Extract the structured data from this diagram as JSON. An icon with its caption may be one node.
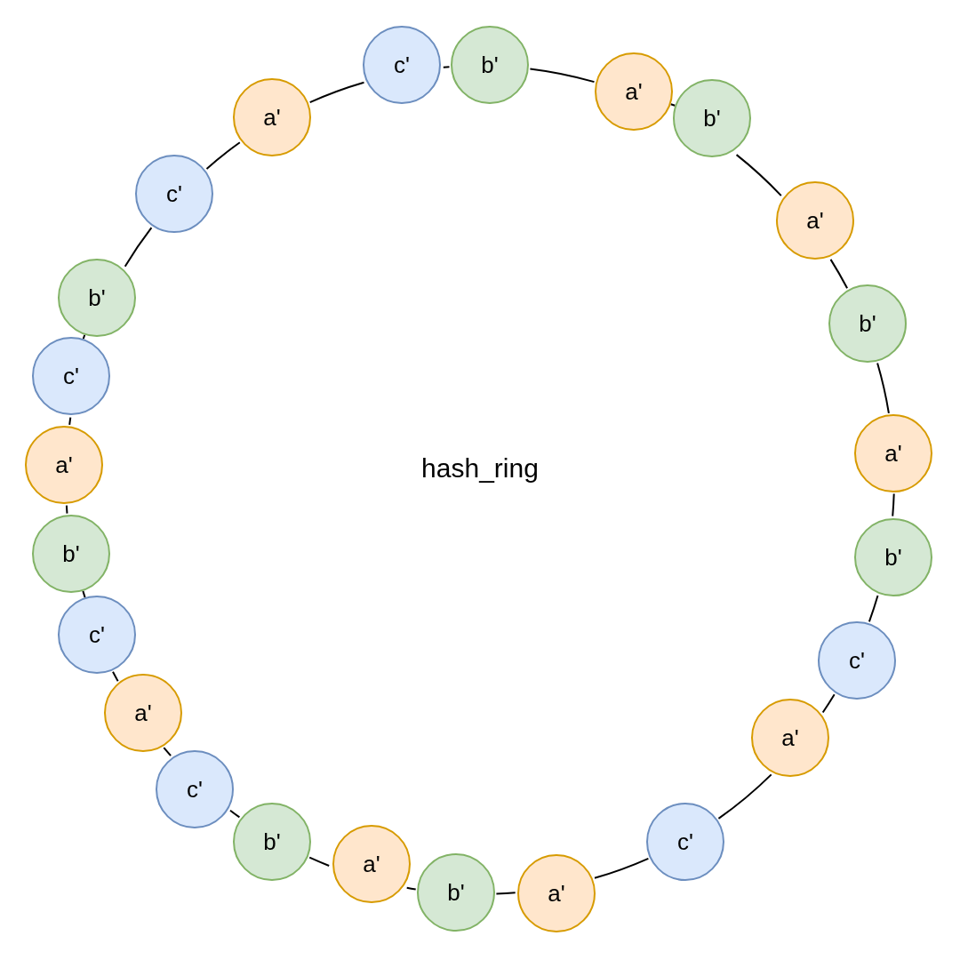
{
  "diagram": {
    "nodes": [
      {
        "text": [
          "c'"
        ]
      },
      {
        "text": [
          "b'"
        ]
      },
      {
        "text": [
          "a'"
        ]
      },
      {
        "text": [
          "b'"
        ]
      },
      {
        "text": [
          "a'"
        ]
      },
      {
        "text": [
          "b'"
        ]
      },
      {
        "text": [
          "a'"
        ]
      },
      {
        "text": [
          "b'"
        ]
      },
      {
        "text": [
          "c'"
        ]
      },
      {
        "text": [
          "a'"
        ]
      },
      {
        "text": [
          "c'"
        ]
      },
      {
        "text": [
          "a'"
        ]
      },
      {
        "text": [
          "b'"
        ]
      },
      {
        "text": [
          "a'"
        ]
      },
      {
        "text": [
          "b'"
        ]
      },
      {
        "text": [
          "c'"
        ]
      },
      {
        "text": [
          "a'"
        ]
      },
      {
        "text": [
          "c'"
        ]
      },
      {
        "text": [
          "b'"
        ]
      },
      {
        "text": [
          "a'"
        ]
      },
      {
        "text": [
          "c'"
        ]
      },
      {
        "text": [
          "b'"
        ]
      },
      {
        "text": [
          "c'"
        ]
      },
      {
        "text": [
          "a'"
        ]
      }
    ],
    "edges": [
      {
        "from": 0,
        "to": 1,
        "arrow": "none"
      },
      {
        "from": 1,
        "to": 2,
        "arrow": "none"
      },
      {
        "from": 2,
        "to": 3,
        "arrow": "none"
      },
      {
        "from": 3,
        "to": 4,
        "arrow": "none"
      },
      {
        "from": 4,
        "to": 5,
        "arrow": "none"
      },
      {
        "from": 5,
        "to": 6,
        "arrow": "none"
      },
      {
        "from": 6,
        "to": 7,
        "arrow": "none"
      },
      {
        "from": 7,
        "to": 8,
        "arrow": "none"
      },
      {
        "from": 8,
        "to": 9,
        "arrow": "none"
      },
      {
        "from": 9,
        "to": 10,
        "arrow": "none"
      },
      {
        "from": 10,
        "to": 11,
        "arrow": "none"
      },
      {
        "from": 11,
        "to": 12,
        "arrow": "none"
      },
      {
        "from": 12,
        "to": 13,
        "arrow": "none"
      },
      {
        "from": 13,
        "to": 14,
        "arrow": "none"
      },
      {
        "from": 14,
        "to": 15,
        "arrow": "none"
      },
      {
        "from": 15,
        "to": 16,
        "arrow": "none"
      },
      {
        "from": 16,
        "to": 17,
        "arrow": "none"
      },
      {
        "from": 17,
        "to": 18,
        "arrow": "none"
      },
      {
        "from": 18,
        "to": 19,
        "arrow": "none"
      },
      {
        "from": 19,
        "to": 20,
        "arrow": "none"
      },
      {
        "from": 20,
        "to": 21,
        "arrow": "none"
      },
      {
        "from": 21,
        "to": 22,
        "arrow": "none"
      },
      {
        "from": 22,
        "to": 23,
        "arrow": "none"
      },
      {
        "from": 23,
        "to": 0,
        "arrow": "none"
      }
    ],
    "labels": [
      "hash_ring"
    ]
  }
}
